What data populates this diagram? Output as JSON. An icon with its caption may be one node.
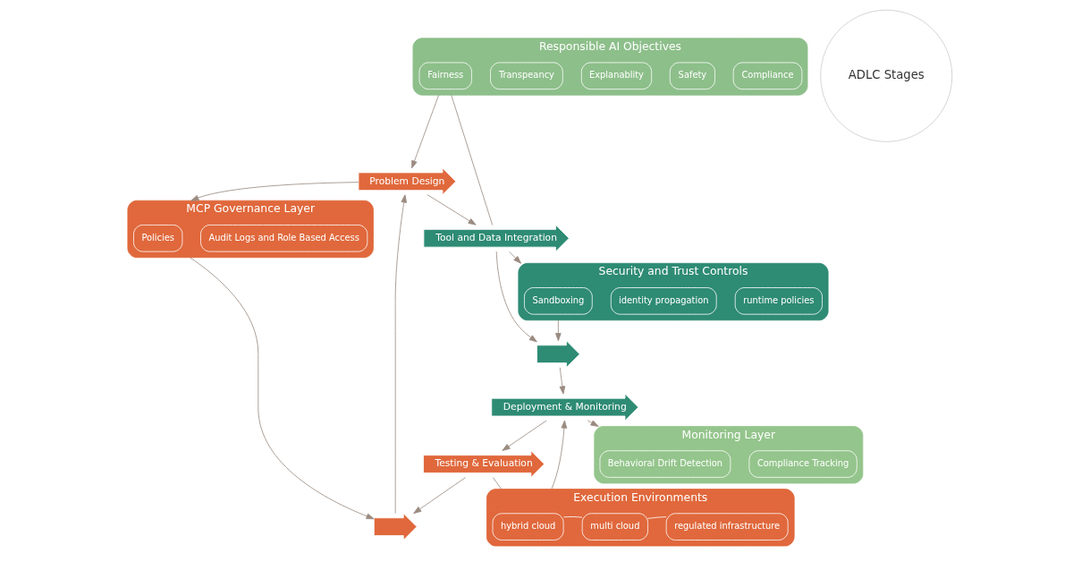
{
  "diagram": {
    "nodes": [
      {
        "text": [
          "Responsible AI Objectives"
        ]
      },
      {
        "text": [
          "Fairness"
        ],
        "in": 0
      },
      {
        "text": [
          "Transpeancy"
        ],
        "in": 0
      },
      {
        "text": [
          "Explanablity"
        ],
        "in": 0
      },
      {
        "text": [
          "Safety"
        ],
        "in": 0
      },
      {
        "text": [
          "Compliance"
        ],
        "in": 0
      },
      {
        "text": [
          "MCP Governance Layer"
        ]
      },
      {
        "text": [
          "Policies"
        ],
        "in": 6
      },
      {
        "text": [
          "Audit Logs and Role Based Access"
        ],
        "in": 6
      },
      {
        "text": [
          "ADLC Stages"
        ]
      },
      {
        "text": [
          "Problem Design"
        ]
      },
      {
        "text": [
          "Tool and Data Integration"
        ]
      },
      {
        "text": [],
        "shape": "arrow"
      },
      {
        "text": [
          "Deployment & Monitoring"
        ]
      },
      {
        "text": [
          "Testing & Evaluation"
        ]
      },
      {
        "text": [],
        "shape": "arrow"
      },
      {
        "text": [
          "Security and Trust Controls"
        ]
      },
      {
        "text": [
          "Sandboxing"
        ],
        "in": 16
      },
      {
        "text": [
          "identity propagation"
        ],
        "in": 16
      },
      {
        "text": [
          "runtime policies"
        ],
        "in": 16
      },
      {
        "text": [
          "Monitoring Layer"
        ]
      },
      {
        "text": [
          "Behavioral Drift Detection"
        ],
        "in": 20
      },
      {
        "text": [
          "Compliance Tracking"
        ],
        "in": 20
      },
      {
        "text": [
          "Execution Environments"
        ]
      },
      {
        "text": [
          "hybrid cloud"
        ],
        "in": 23
      },
      {
        "text": [
          "multi cloud"
        ],
        "in": 23
      },
      {
        "text": [
          "regulated infrastructure"
        ],
        "in": 23
      }
    ],
    "edges": [
      {
        "from": 0,
        "to": 10,
        "arrow": "to"
      },
      {
        "from": 0,
        "to": 11,
        "arrow": "none"
      },
      {
        "from": 10,
        "to": 11,
        "arrow": "to"
      },
      {
        "from": 11,
        "to": 12,
        "arrow": "to"
      },
      {
        "from": 12,
        "to": 13,
        "arrow": "to"
      },
      {
        "from": 13,
        "to": 14,
        "arrow": "to"
      },
      {
        "from": 14,
        "to": 15,
        "arrow": "to"
      },
      {
        "from": 15,
        "to": 10,
        "arrow": "to"
      },
      {
        "from": 10,
        "to": 6,
        "arrow": "to"
      },
      {
        "from": 6,
        "to": 15,
        "arrow": "to"
      },
      {
        "from": 11,
        "to": 16,
        "arrow": "to"
      },
      {
        "from": 16,
        "to": 12,
        "arrow": "to"
      },
      {
        "from": 13,
        "to": 20,
        "arrow": "to"
      },
      {
        "from": 23,
        "to": 13,
        "arrow": "to"
      },
      {
        "from": 23,
        "to": 14,
        "arrow": "none"
      },
      {
        "from": 24,
        "to": 25,
        "arrow": "none",
        "color": "#ffffff"
      },
      {
        "from": 25,
        "to": 26,
        "arrow": "none",
        "color": "#ffffff"
      }
    ]
  }
}
